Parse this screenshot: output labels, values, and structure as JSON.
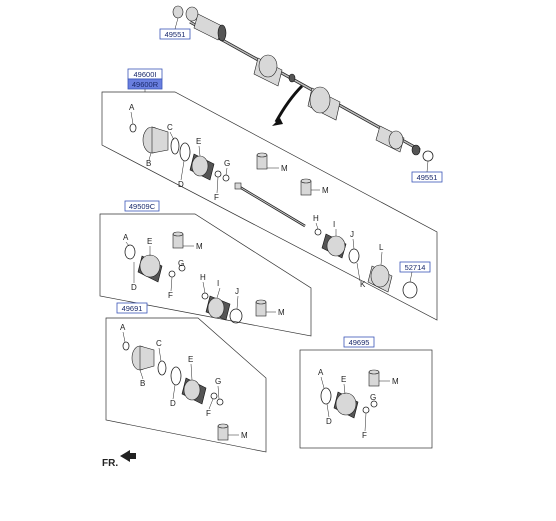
{
  "part_numbers": {
    "axle_top": "49551",
    "axle_right": "49551",
    "assembly_a": "49600I",
    "assembly_b": "49600R",
    "kit_mid": "49509C",
    "kit_left": "49691",
    "kit_right": "49695",
    "ring_part": "52714"
  },
  "letters": {
    "a": "A",
    "b": "B",
    "c": "C",
    "d": "D",
    "e": "E",
    "f": "F",
    "g": "G",
    "h": "H",
    "i": "I",
    "j": "J",
    "k": "K",
    "l": "L",
    "m": "M"
  },
  "direction_label": "FR."
}
